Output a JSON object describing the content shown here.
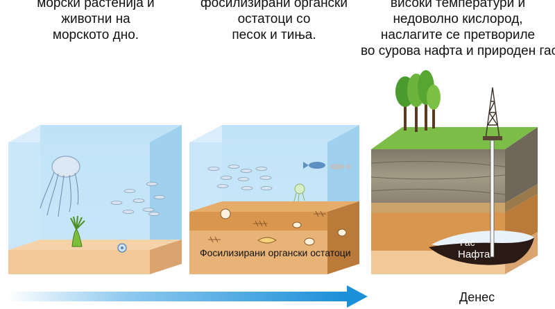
{
  "stage1": {
    "lines": [
      "морски растенија и",
      "животни на",
      "морското дно."
    ]
  },
  "stage2": {
    "lines": [
      "фосилизирани органски",
      "остатоци со",
      "песок и тиња."
    ],
    "layer_label": "Фосилизирани органски остатоци"
  },
  "stage3": {
    "lines": [
      "високи температури и",
      "недоволно кислород,",
      "наслагите се претвориле",
      "во сурова нафта и природен гас."
    ],
    "gas_label": "Гас",
    "oil_label": "Нафта"
  },
  "timeline": {
    "end_label": "Денес"
  },
  "colors": {
    "water": "#bfe3f7",
    "sand": "#f1c898",
    "sediment": "#d9964e",
    "grass": "#7cbd47",
    "rock": "#8f8572",
    "arrow": "#1b8fd8",
    "oil": "#2a1a16"
  }
}
